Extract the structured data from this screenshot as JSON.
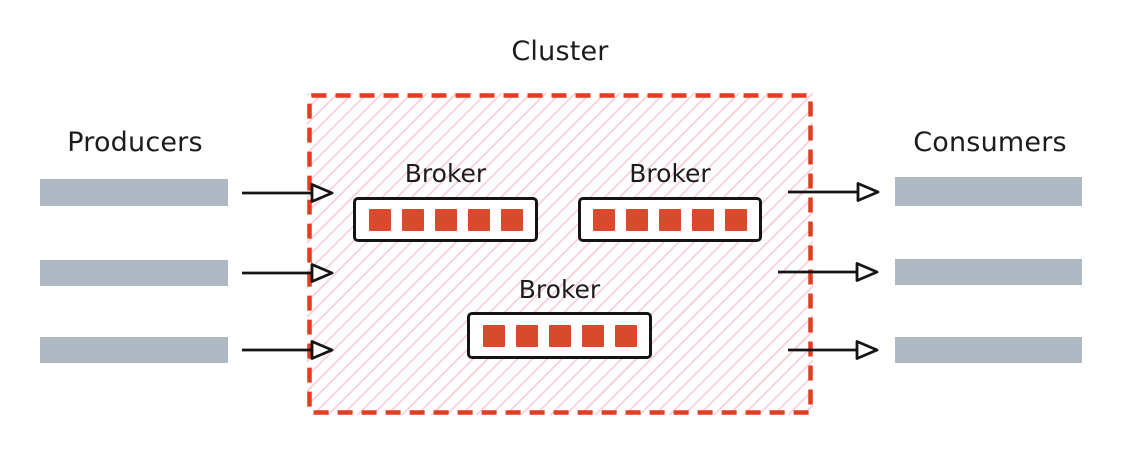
{
  "cluster": {
    "title": "Cluster",
    "brokers": [
      {
        "label": "Broker",
        "partitions": 5
      },
      {
        "label": "Broker",
        "partitions": 5
      },
      {
        "label": "Broker",
        "partitions": 5
      }
    ]
  },
  "producers": {
    "label": "Producers",
    "stream_count": 3
  },
  "consumers": {
    "label": "Consumers",
    "stream_count": 3
  },
  "flows": {
    "producer_arrows": 3,
    "consumer_arrows": 3
  },
  "colors": {
    "accent_red": "#e23d1f",
    "partition_red": "#d9492b",
    "hatch_pink": "#f8d2d9",
    "bar_gray": "#aeb9c4",
    "text": "#1c1c1c",
    "broker_border": "#141414",
    "arrow_black": "#141414"
  },
  "icons": {
    "arrow_style": "open-triangle-arrow-icon"
  }
}
